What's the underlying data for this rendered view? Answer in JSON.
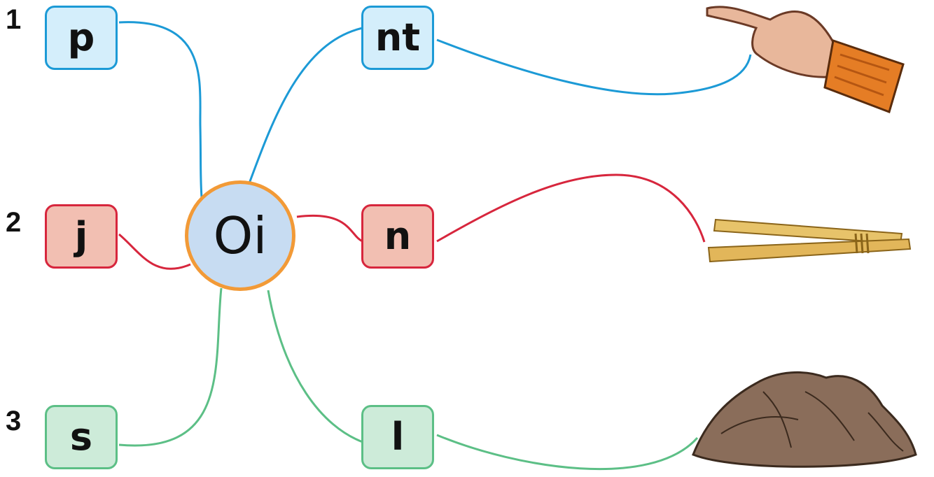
{
  "center": {
    "label": "Oi"
  },
  "rows": [
    {
      "number": "1",
      "prefix": "p",
      "suffix": "nt",
      "picture": "pointing-hand"
    },
    {
      "number": "2",
      "prefix": "j",
      "suffix": "n",
      "picture": "tied-sticks"
    },
    {
      "number": "3",
      "prefix": "s",
      "suffix": "l",
      "picture": "soil-pile"
    }
  ],
  "colors": {
    "row1": "#1c9ad6",
    "row2": "#d7263d",
    "row3": "#5cbf86",
    "center_border": "#f29a37",
    "center_fill": "#c7dcf2"
  }
}
